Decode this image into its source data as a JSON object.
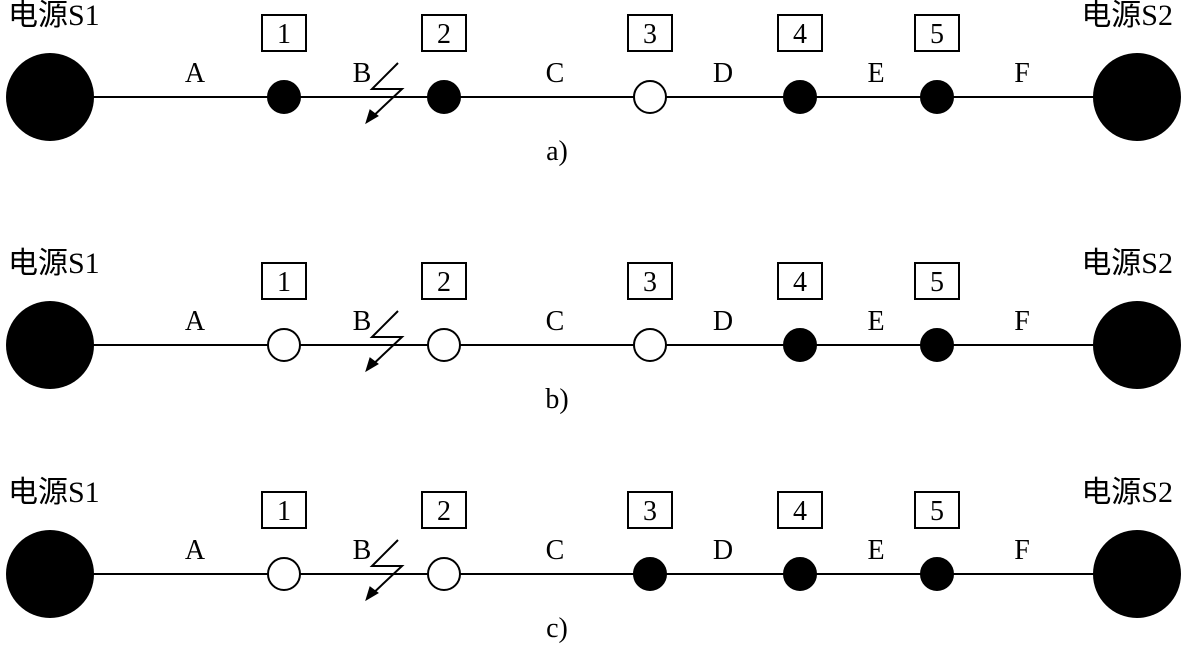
{
  "figure": {
    "description": "Loop distribution feeder fault isolation sequence",
    "colors": {
      "ink": "#000000",
      "paper": "#ffffff"
    },
    "sources": [
      {
        "id": "S1",
        "label": "电源S1",
        "side": "left"
      },
      {
        "id": "S2",
        "label": "电源S2",
        "side": "right"
      }
    ],
    "segments": [
      "A",
      "B",
      "C",
      "D",
      "E",
      "F"
    ],
    "switch_ids": [
      "1",
      "2",
      "3",
      "4",
      "5"
    ],
    "fault": {
      "segment": "B",
      "icon": "lightning-fault-icon"
    },
    "legend_semantics": {
      "filled": "closed",
      "hollow": "open"
    },
    "panels": [
      {
        "caption": "a)",
        "switch_states": [
          "closed",
          "closed",
          "open",
          "closed",
          "closed"
        ]
      },
      {
        "caption": "b)",
        "switch_states": [
          "open",
          "open",
          "open",
          "closed",
          "closed"
        ]
      },
      {
        "caption": "c)",
        "switch_states": [
          "open",
          "open",
          "closed",
          "closed",
          "closed"
        ]
      }
    ]
  }
}
